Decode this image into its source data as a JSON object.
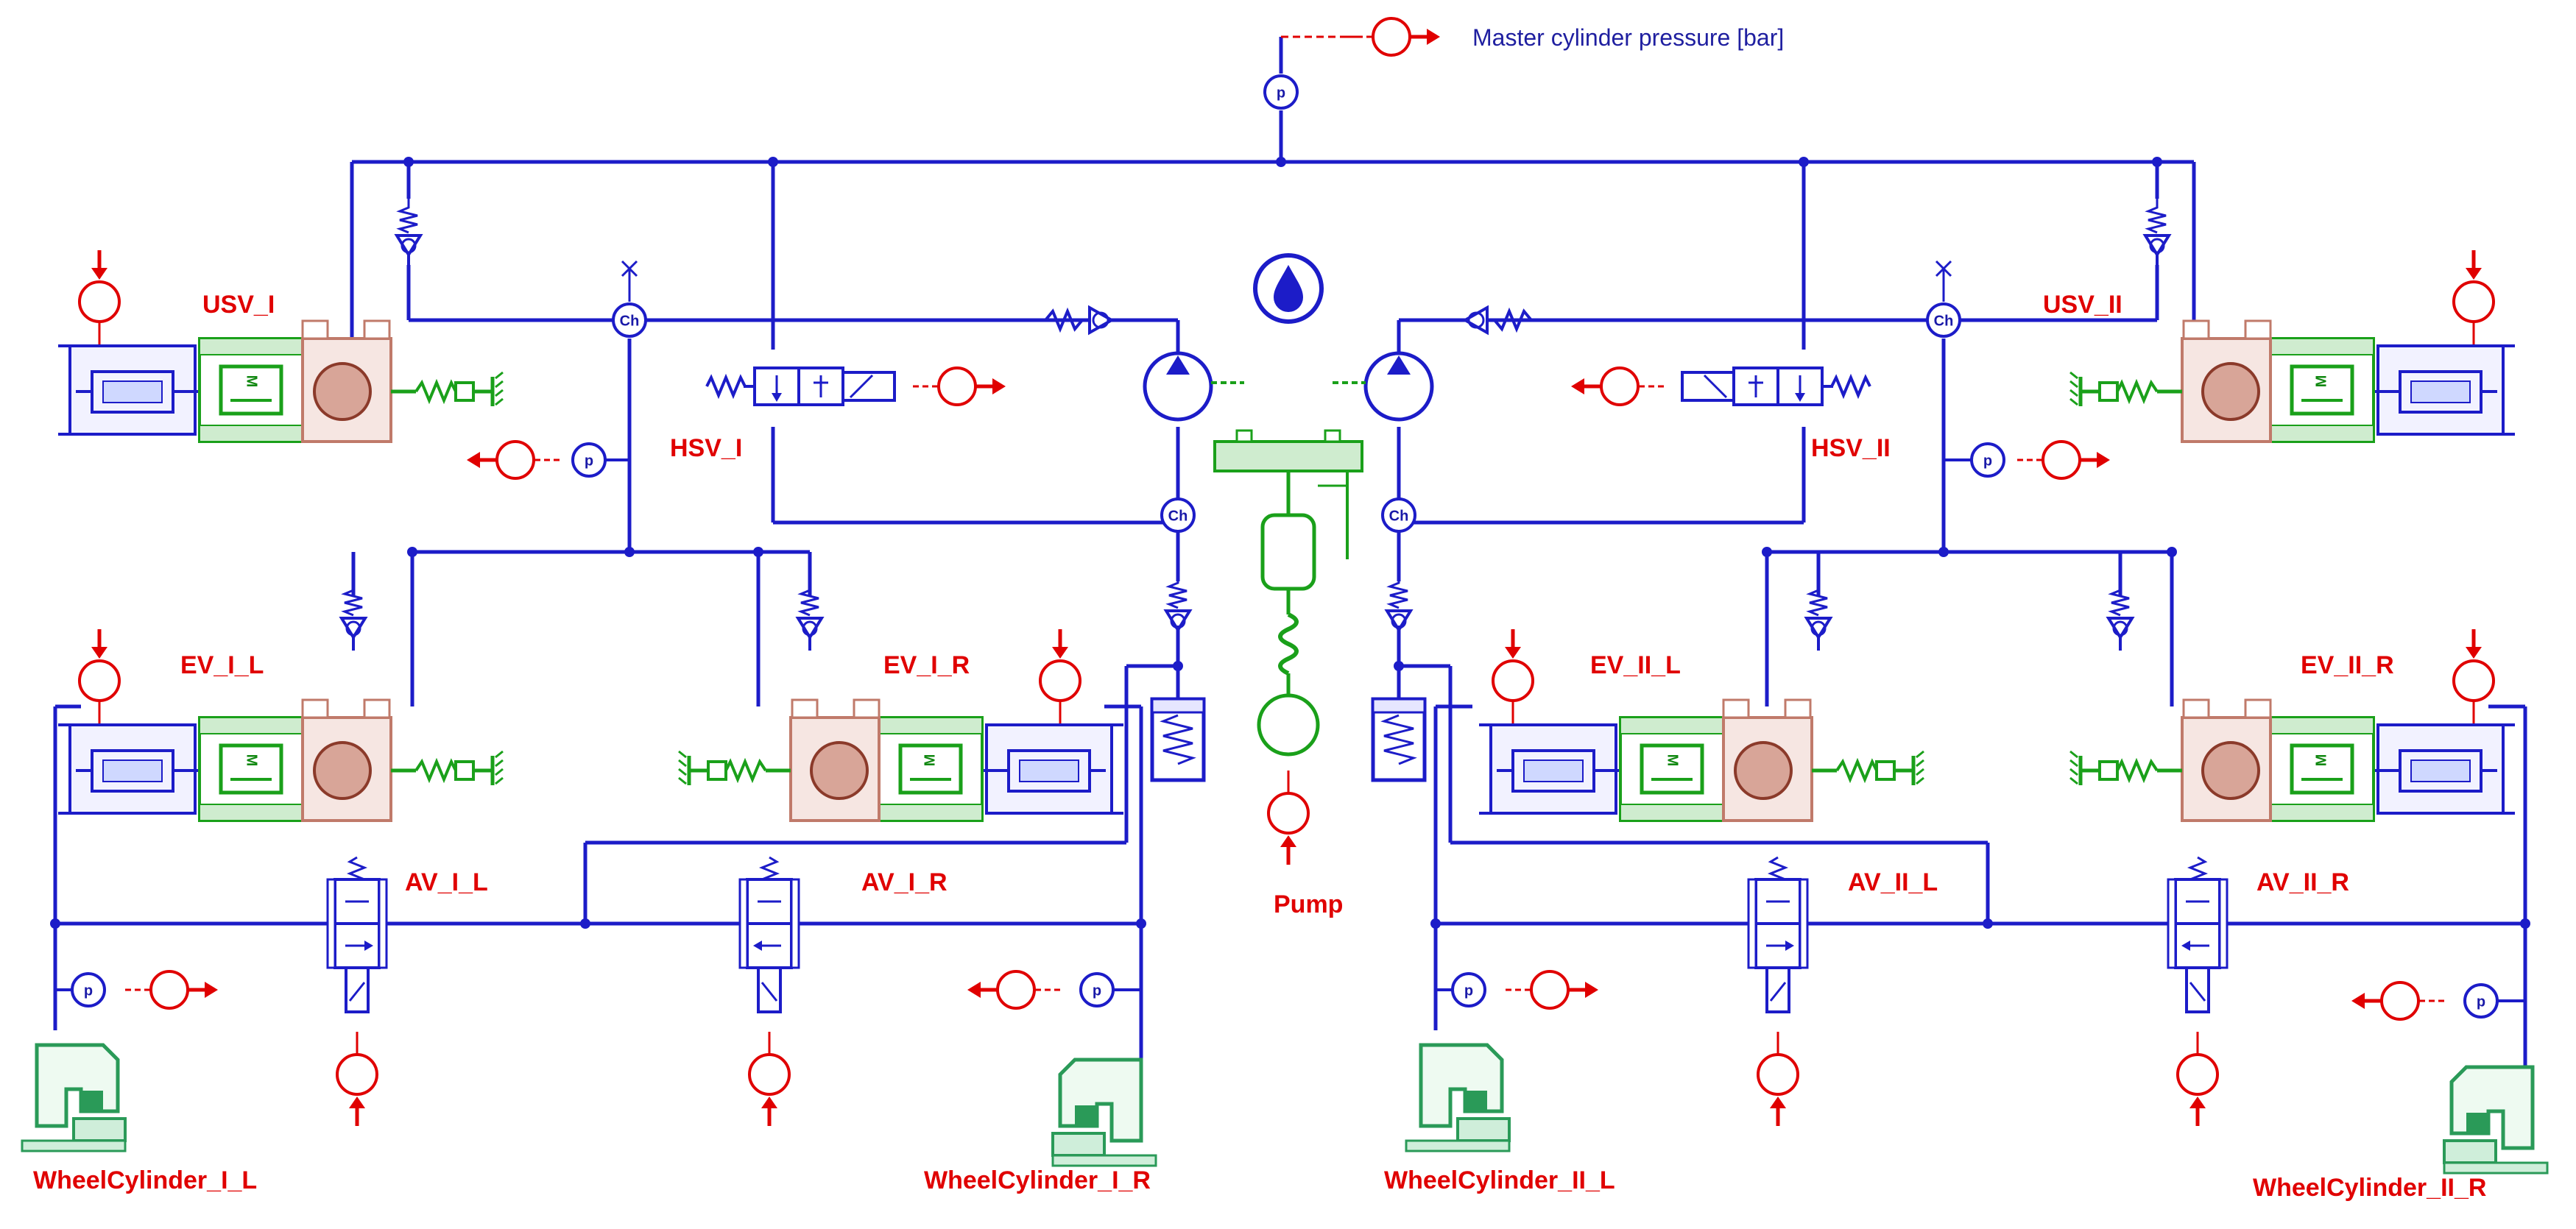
{
  "colors": {
    "hydraulic": "#1c1cc8",
    "signal": "#e00000",
    "mechanical": "#1aa01a",
    "body": "#c07a6a",
    "wheel": "#2a9a58"
  },
  "master_pressure_label": "Master cylinder pressure [bar]",
  "valves": {
    "usv_1": "USV_I",
    "usv_2": "USV_II",
    "hsv_1": "HSV_I",
    "hsv_2": "HSV_II",
    "ev_1_l": "EV_I_L",
    "ev_1_r": "EV_I_R",
    "ev_2_l": "EV_II_L",
    "ev_2_r": "EV_II_R",
    "av_1_l": "AV_I_L",
    "av_1_r": "AV_I_R",
    "av_2_l": "AV_II_L",
    "av_2_r": "AV_II_R"
  },
  "pump_label": "Pump",
  "wheel_cylinders": {
    "c1l": "WheelCylinder_I_L",
    "c1r": "WheelCylinder_I_R",
    "c2l": "WheelCylinder_II_L",
    "c2r": "WheelCylinder_II_R"
  },
  "glyphs": {
    "pressure": "p",
    "chamber": "Ch",
    "motor": "M"
  }
}
